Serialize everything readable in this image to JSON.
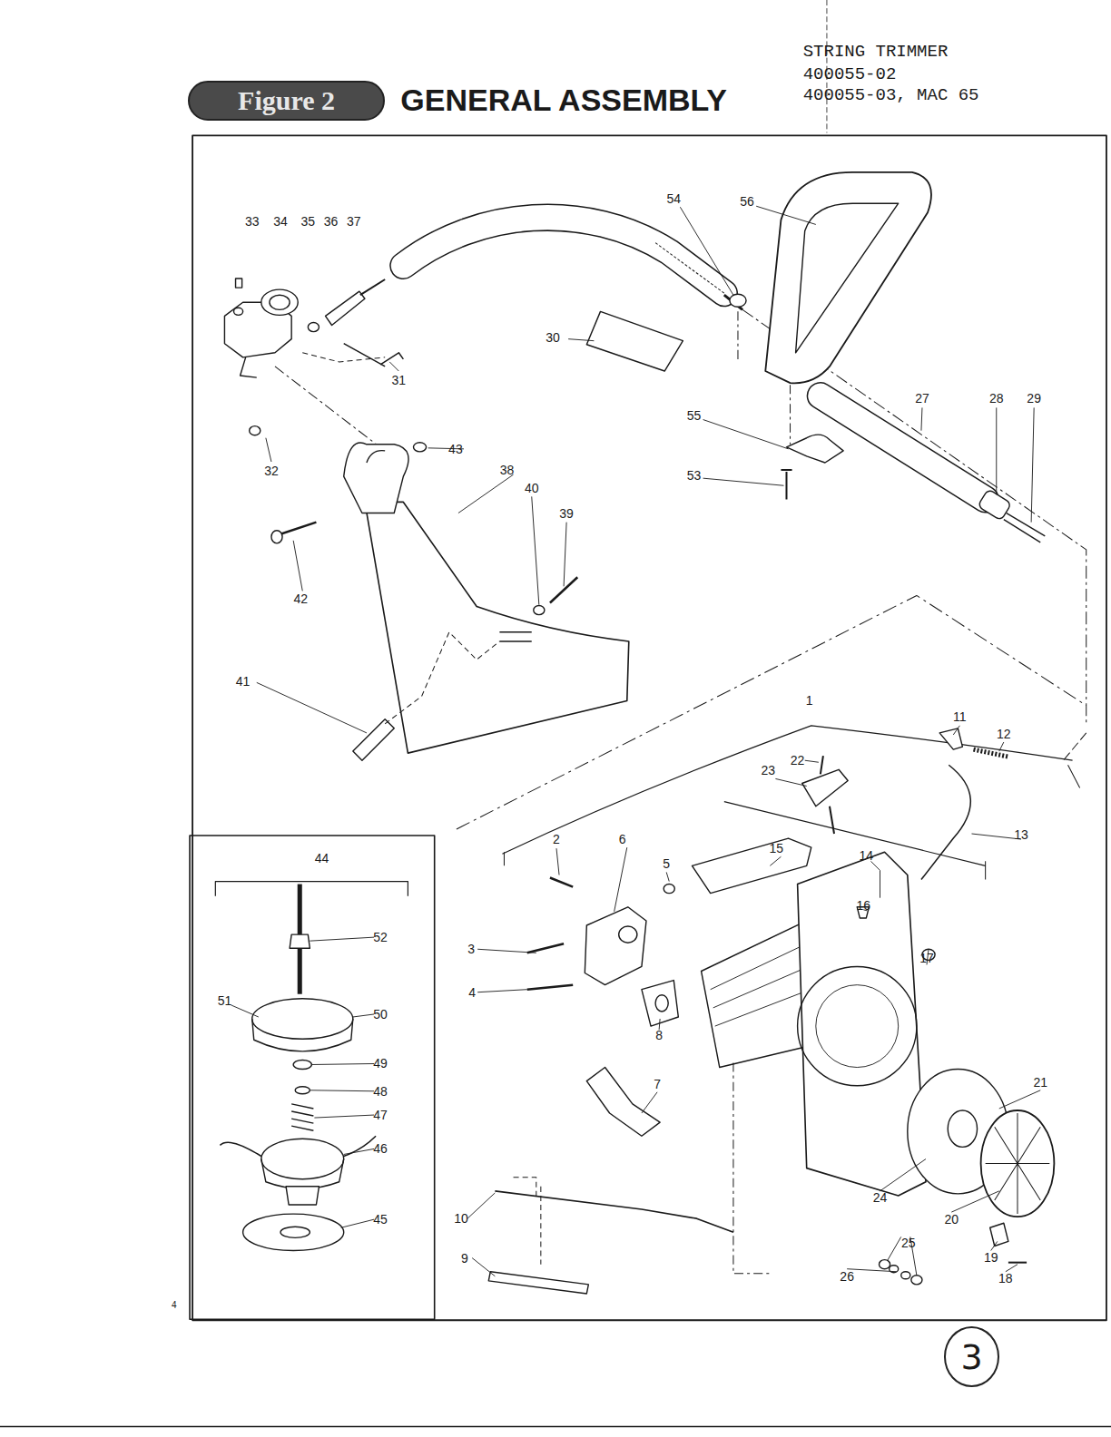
{
  "diagram": {
    "title": "GENERAL ASSEMBLY",
    "nodes": [
      {
        "text": [
          "Figure 2"
        ]
      },
      {
        "text": [
          "3"
        ]
      }
    ],
    "labels": [
      "STRING TRIMMER",
      "400055-02",
      "400055-03, MAC 65",
      "33",
      "34",
      "35",
      "36",
      "37",
      "54",
      "56",
      "30",
      "31",
      "27",
      "28",
      "29",
      "55",
      "43",
      "32",
      "38",
      "40",
      "53",
      "39",
      "42",
      "41",
      "1",
      "11",
      "12",
      "22",
      "23",
      "15",
      "2",
      "6",
      "13",
      "44",
      "14",
      "5",
      "16",
      "52",
      "3",
      "17",
      "4",
      "51",
      "50",
      "8",
      "49",
      "21",
      "7",
      "48",
      "47",
      "46",
      "24",
      "10",
      "20",
      "25",
      "45",
      "19",
      "9",
      "18",
      "26",
      "4"
    ]
  }
}
